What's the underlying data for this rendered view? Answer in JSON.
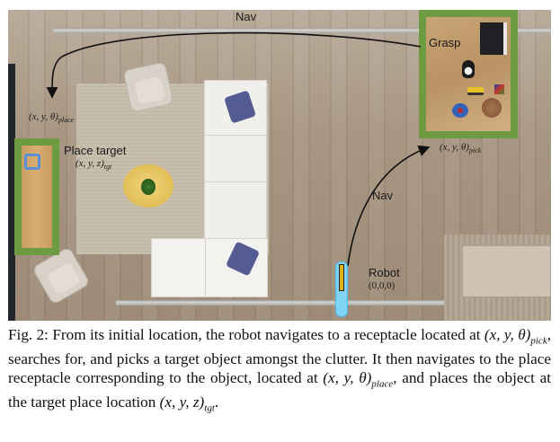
{
  "figure": {
    "nav_top_label": "Nav",
    "nav_right_label": "Nav",
    "grasp_label": "Grasp",
    "place_target_label": "Place target",
    "robot_label": "Robot",
    "robot_coords": "(0,0,0)",
    "place_pose": {
      "main": "(x, y, θ)",
      "sub": "place"
    },
    "pick_pose": {
      "main": "(x, y, θ)",
      "sub": "pick"
    },
    "target_pose": {
      "main": "(x, y, z)",
      "sub": "tgt"
    },
    "colors": {
      "receptacle_border": "#6e9a42",
      "robot_body": "#7fd4f4",
      "robot_arm": "#d9b21c",
      "arrow": "#111111"
    }
  },
  "caption": {
    "prefix": "Fig. 2: From its initial location, the robot navigates to a receptacle located at ",
    "pick_main": "(x, y, θ)",
    "pick_sub": "pick",
    "middle1": ", searches for, and picks a target object amongst the clutter. It then navigates to the place receptacle corresponding to the object, located at ",
    "place_main": "(x, y, θ)",
    "place_sub": "place",
    "middle2": ", and places the object at the target place location ",
    "tgt_main": "(x, y, z)",
    "tgt_sub": "tgt",
    "suffix": "."
  }
}
